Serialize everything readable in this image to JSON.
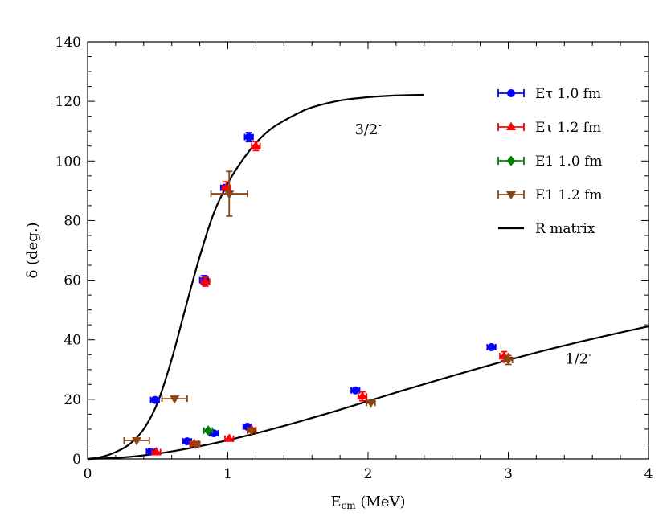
{
  "chart_data": {
    "type": "scatter",
    "xlabel": "E",
    "xlabel_sub": "cm",
    "xlabel_unit": " (MeV)",
    "ylabel": "δ (deg.)",
    "xlim": [
      0,
      4
    ],
    "ylim": [
      0,
      140
    ],
    "xticks": [
      0,
      1,
      2,
      3,
      4
    ],
    "yticks": [
      0,
      20,
      40,
      60,
      80,
      100,
      120,
      140
    ],
    "grid": false,
    "legend_position": "top-right",
    "annotations": [
      {
        "text": "3/2",
        "sup": "-",
        "x": 2.0,
        "y": 109
      },
      {
        "text": "1/2",
        "sup": "-",
        "x": 3.5,
        "y": 32
      }
    ],
    "series": [
      {
        "name": "Eτ 1.0 fm",
        "color": "#0000ff",
        "marker": "circle",
        "points": [
          {
            "x": 0.48,
            "y": 19.8,
            "xerr": 0.03
          },
          {
            "x": 0.45,
            "y": 2.5,
            "xerr": 0.03
          },
          {
            "x": 0.71,
            "y": 5.9,
            "xerr": 0.03
          },
          {
            "x": 0.9,
            "y": 8.6,
            "xerr": 0.03
          },
          {
            "x": 0.83,
            "y": 60,
            "xerr": 0.03,
            "yerr": 1.5
          },
          {
            "x": 0.98,
            "y": 91,
            "xerr": 0.03
          },
          {
            "x": 1.15,
            "y": 108,
            "xerr": 0.03,
            "yerr": 1.5
          },
          {
            "x": 1.14,
            "y": 10.8,
            "xerr": 0.03
          },
          {
            "x": 1.91,
            "y": 23,
            "xerr": 0.03
          },
          {
            "x": 2.88,
            "y": 37.5,
            "xerr": 0.03
          }
        ]
      },
      {
        "name": "Eτ 1.2 fm",
        "color": "#ff0000",
        "marker": "triangle-up",
        "points": [
          {
            "x": 0.49,
            "y": 2.3,
            "xerr": 0.03
          },
          {
            "x": 0.76,
            "y": 5.1,
            "xerr": 0.03
          },
          {
            "x": 1.01,
            "y": 6.8,
            "xerr": 0.03
          },
          {
            "x": 0.84,
            "y": 59.5,
            "xerr": 0.03,
            "yerr": 1.5
          },
          {
            "x": 0.99,
            "y": 91,
            "xerr": 0.03,
            "yerr": 2
          },
          {
            "x": 1.2,
            "y": 105,
            "xerr": 0.03,
            "yerr": 1.5
          },
          {
            "x": 1.17,
            "y": 9.8,
            "xerr": 0.03
          },
          {
            "x": 1.96,
            "y": 21,
            "xerr": 0.03,
            "yerr": 1.5
          },
          {
            "x": 2.97,
            "y": 34.5,
            "xerr": 0.03,
            "yerr": 1.5
          }
        ]
      },
      {
        "name": "E1 1.0 fm",
        "color": "#008000",
        "marker": "diamond",
        "points": [
          {
            "x": 0.86,
            "y": 9.5,
            "xerr": 0.03
          }
        ]
      },
      {
        "name": "E1 1.2 fm",
        "color": "#8b4513",
        "marker": "triangle-down",
        "points": [
          {
            "x": 0.35,
            "y": 6.2,
            "xerr": 0.09
          },
          {
            "x": 0.62,
            "y": 20.2,
            "xerr": 0.09
          },
          {
            "x": 0.77,
            "y": 5,
            "xerr": 0.03
          },
          {
            "x": 1.01,
            "y": 89,
            "xerr": 0.13,
            "yerr": 7.5
          },
          {
            "x": 1.17,
            "y": 9.5,
            "xerr": 0.03
          },
          {
            "x": 2.02,
            "y": 18.8,
            "xerr": 0.03
          },
          {
            "x": 3.0,
            "y": 33.2,
            "xerr": 0.03,
            "yerr": 1.5
          }
        ]
      },
      {
        "name": "R matrix",
        "color": "#000000",
        "marker": "line",
        "curves": [
          {
            "x": [
              0,
              0.1,
              0.2,
              0.3,
              0.4,
              0.5,
              0.6,
              0.7,
              0.8,
              0.9,
              1.0,
              1.1,
              1.2,
              1.3,
              1.4,
              1.5,
              1.6,
              1.8,
              2.0,
              2.2,
              2.4
            ],
            "y": [
              0,
              0.7,
              2.3,
              5,
              10,
              19,
              33.5,
              51,
              68,
              82.5,
              92.5,
              100,
              106,
              110.5,
              113.5,
              116,
              118,
              120.3,
              121.4,
              122,
              122.2
            ]
          },
          {
            "x": [
              0,
              0.25,
              0.5,
              0.75,
              1.0,
              1.25,
              1.5,
              1.75,
              2.0,
              2.25,
              2.5,
              2.75,
              3.0,
              3.25,
              3.5,
              3.75,
              4.0
            ],
            "y": [
              0,
              0.5,
              1.8,
              3.8,
              6.3,
              9.2,
              12.4,
              15.8,
              19.4,
              23,
              26.5,
              29.9,
              33.2,
              36.3,
              39.2,
              41.9,
              44.5
            ]
          }
        ]
      }
    ]
  }
}
